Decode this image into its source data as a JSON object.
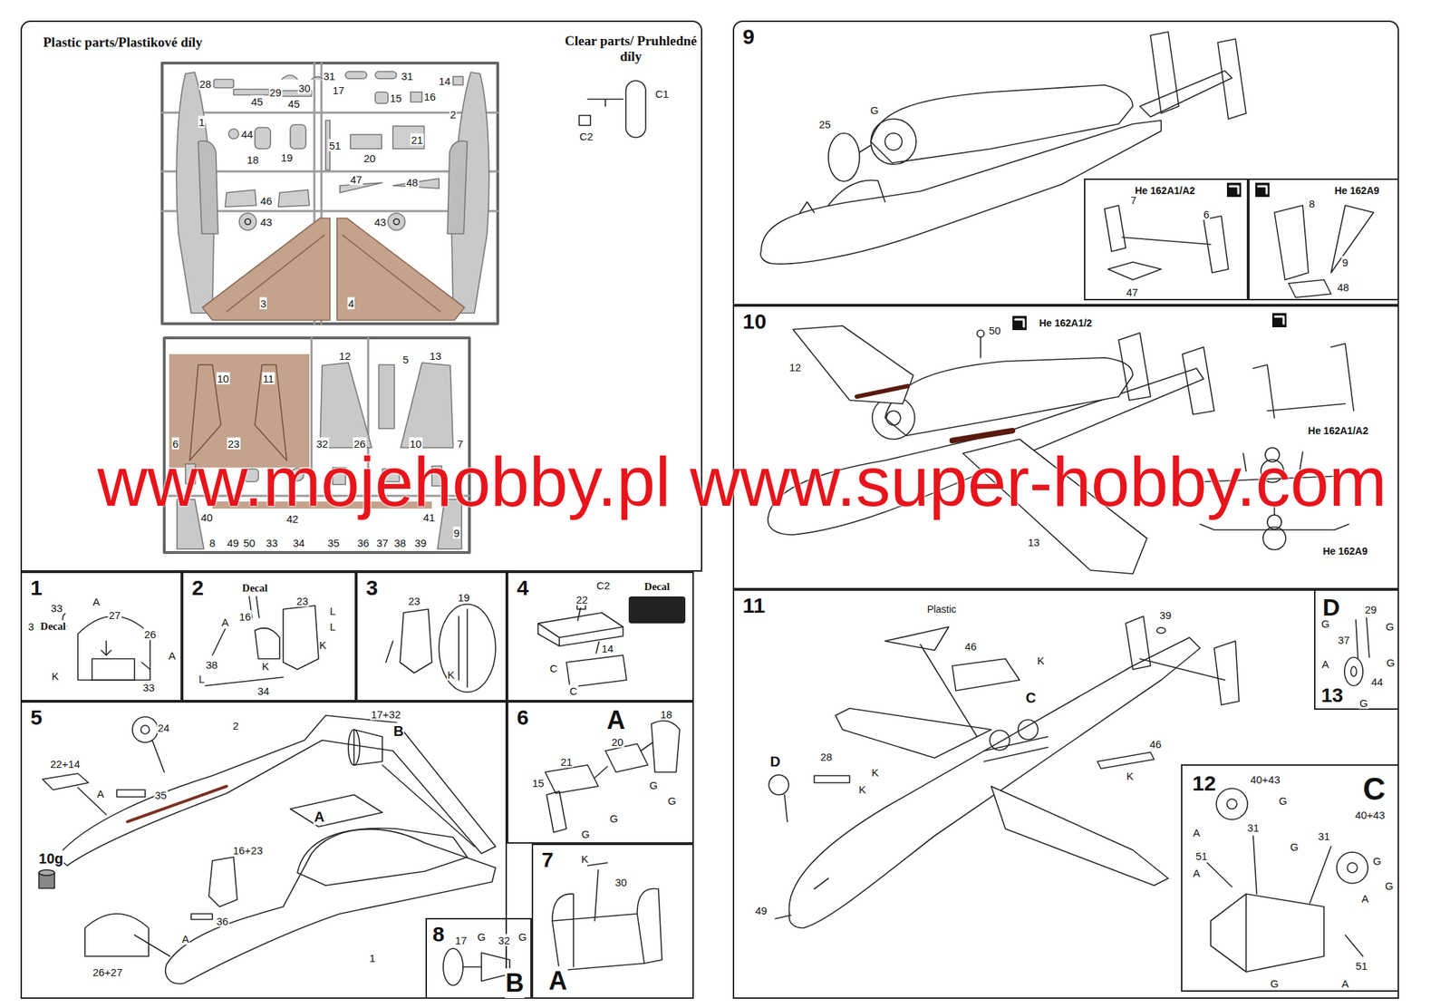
{
  "diagram": {
    "nodes": [
      {
        "text": [
          "Plastic parts/Plastikové díly",
          "Clear parts/ Pruhledné díly"
        ]
      },
      {
        "text": [
          "1"
        ]
      },
      {
        "text": [
          "2"
        ]
      },
      {
        "text": [
          "3"
        ]
      },
      {
        "text": [
          "4"
        ]
      },
      {
        "text": [
          "5"
        ]
      },
      {
        "text": [
          "6"
        ]
      },
      {
        "text": [
          "7"
        ]
      },
      {
        "text": [
          "8"
        ]
      },
      {
        "text": [
          "9"
        ]
      },
      {
        "text": [
          "He 162A1/A2"
        ],
        "in": 9
      },
      {
        "text": [
          "He 162A9"
        ],
        "in": 9
      },
      {
        "text": [
          "10"
        ]
      },
      {
        "text": [
          "11"
        ]
      },
      {
        "text": [
          "D",
          "13"
        ],
        "in": 13
      },
      {
        "text": [
          "12",
          "C"
        ],
        "in": 13
      }
    ],
    "labels": [
      "28",
      "29",
      "30",
      "31",
      "17",
      "31",
      "14",
      "45",
      "45",
      "15",
      "16",
      "1",
      "2",
      "44",
      "18",
      "19",
      "51",
      "20",
      "21",
      "47",
      "48",
      "46",
      "43",
      "43",
      "3",
      "4",
      "C1",
      "C2",
      "10",
      "11",
      "12",
      "5",
      "13",
      "6",
      "23",
      "32",
      "26",
      "10",
      "7",
      "40",
      "42",
      "41",
      "9",
      "8",
      "49",
      "50",
      "33",
      "34",
      "35",
      "36",
      "37",
      "38",
      "39",
      "33",
      "A",
      "27",
      "3",
      "Decal",
      "26",
      "A",
      "K",
      "33",
      "Decal",
      "23",
      "16",
      "A",
      "L",
      "L",
      "K",
      "38",
      "L",
      "K",
      "34",
      "23",
      "19",
      "K",
      "22",
      "C2",
      "Decal",
      "14",
      "C",
      "C",
      "24",
      "2",
      "17+32",
      "B",
      "22+14",
      "A",
      "35",
      "A",
      "10g",
      "16+23",
      "A",
      "36",
      "26+27",
      "1",
      "A",
      "18",
      "20",
      "21",
      "15",
      "G",
      "G",
      "G",
      "G",
      "K",
      "30",
      "A",
      "17",
      "G",
      "32",
      "G",
      "B",
      "25",
      "G",
      "7",
      "6",
      "47",
      "8",
      "9",
      "48",
      "50",
      "He 162A1/2",
      "12",
      "13",
      "He 162A1/A2",
      "He 162A9",
      "Plastic",
      "39",
      "46",
      "K",
      "C",
      "46",
      "K",
      "D",
      "28",
      "K",
      "K",
      "49",
      "29",
      "G",
      "G",
      "37",
      "G",
      "A",
      "44",
      "G",
      "40+43",
      "G",
      "A",
      "31",
      "G",
      "51",
      "A",
      "31",
      "40+43",
      "G",
      "G",
      "A",
      "51",
      "A",
      "G",
      "www.mojehobby.pl www.super-hobby.com"
    ]
  }
}
